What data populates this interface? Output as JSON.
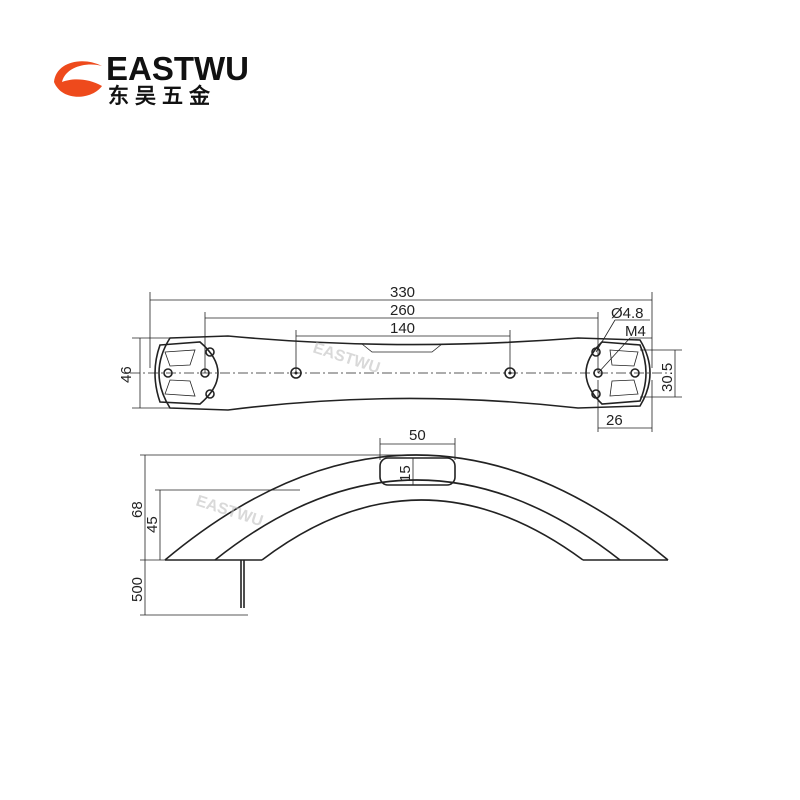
{
  "logo": {
    "brand": "EASTWU",
    "brand_cn": "东吴五金",
    "accent": "#ee4a1c"
  },
  "watermark": "EASTWU",
  "top_view": {
    "dim_overall": "330",
    "dim_mount": "260",
    "dim_inner": "140",
    "dim_hole": "Ø4.8",
    "dim_thread": "M4",
    "dim_height": "46",
    "dim_end_height": "30.5",
    "dim_end_width": "26"
  },
  "side_view": {
    "dim_grip_width": "50",
    "dim_grip_depth": "15",
    "dim_total_height": "68",
    "dim_inner_height": "45",
    "dim_wire": "500"
  }
}
